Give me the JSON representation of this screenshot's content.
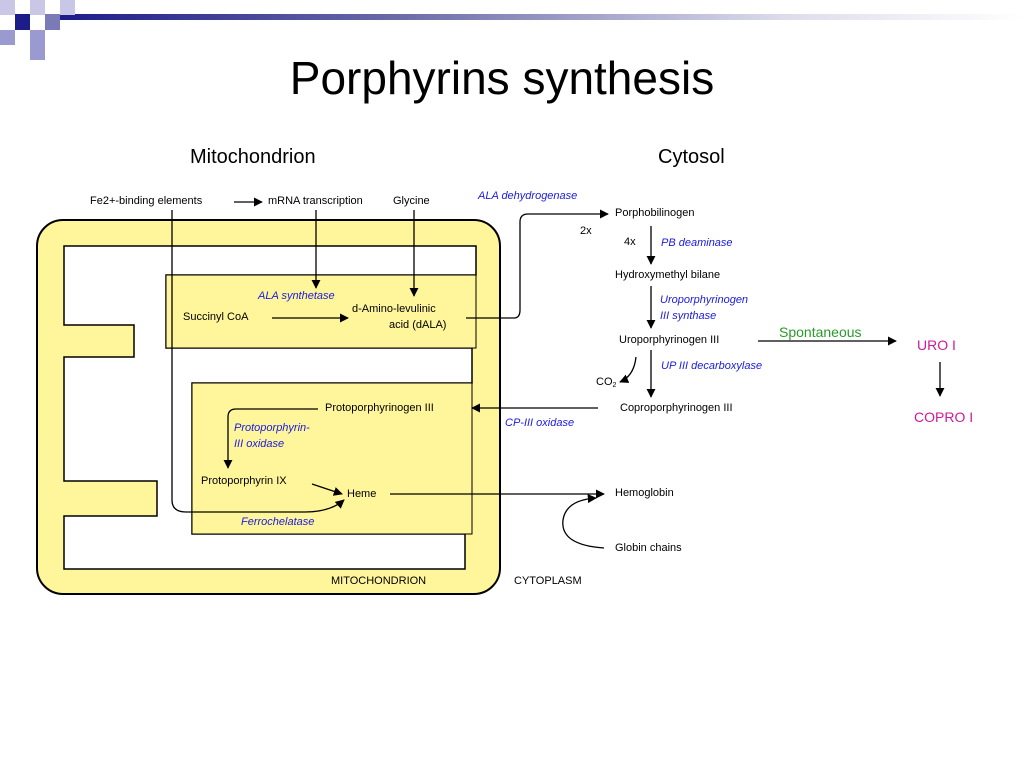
{
  "title": "Porphyrins synthesis",
  "sections": {
    "left": "Mitochondrion",
    "right": "Cytosol"
  },
  "compartments": {
    "mitochondrion": "MITOCHONDRION",
    "cytoplasm": "CYTOPLASM"
  },
  "molecules": {
    "fe2": "Fe2+-binding elements",
    "mrna": "mRNA transcription",
    "glycine": "Glycine",
    "succinyl": "Succinyl CoA",
    "dala_1": "d-Amino-levulinic",
    "dala_2": "acid (dALA)",
    "pbg": "Porphobilinogen",
    "hmb": "Hydroxymethyl bilane",
    "uro3": "Uroporphyrinogen III",
    "copro3": "Coproporphyrinogen III",
    "proto3": "Protoporphyrinogen III",
    "proto9": "Protoporphyrin IX",
    "heme": "Heme",
    "hemoglobin": "Hemoglobin",
    "globin": "Globin chains",
    "co2_main": "CO",
    "co2_sub": "2",
    "uro1": "URO I",
    "copro1": "COPRO I"
  },
  "enzymes": {
    "ala_synthetase": "ALA synthetase",
    "ala_dehydrogenase": "ALA dehydrogenase",
    "pb_deaminase": "PB deaminase",
    "uro_synth_1": "Uroporphyrinogen",
    "uro_synth_2": "III synthase",
    "up_decarb": "UP III decarboxylase",
    "cp_oxidase": "CP-III oxidase",
    "proto_ox_1": "Protoporphyrin-",
    "proto_ox_2": "III oxidase",
    "ferrochelatase": "Ferrochelatase"
  },
  "stoich": {
    "two_x": "2x",
    "four_x": "4x"
  },
  "spontaneous": "Spontaneous",
  "colors": {
    "mito_fill": "#fff59a",
    "stroke": "#000000",
    "enzyme": "#1a1ae0",
    "spontaneous": "#2a9a2a",
    "uro_copro": "#cc1a9a",
    "header_dark": "#1a1a8c"
  },
  "decor": {
    "header_icon": "blue-squares-logo"
  }
}
